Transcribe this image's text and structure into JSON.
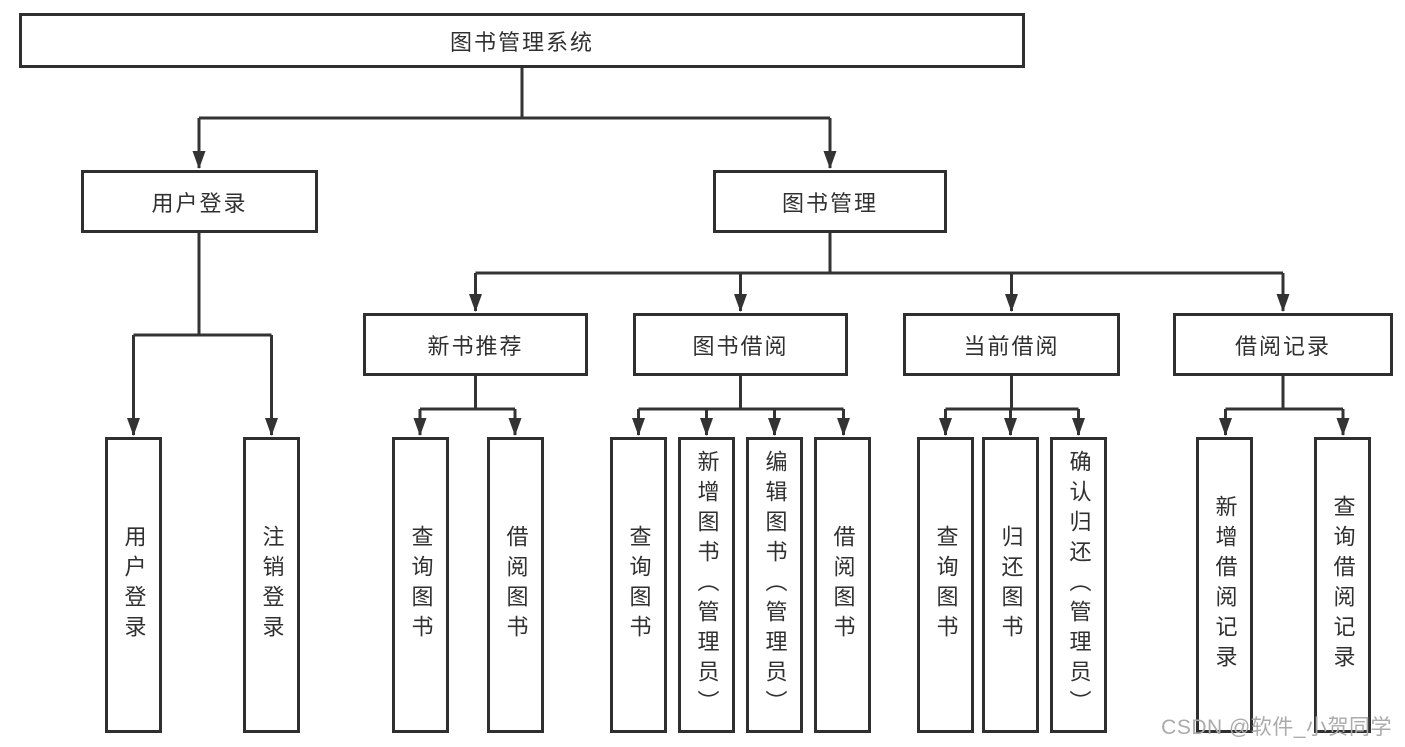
{
  "diagram": {
    "root": {
      "label": "图书管理系统",
      "children": [
        {
          "label": "用户登录",
          "children": [
            {
              "label": "用户登录"
            },
            {
              "label": "注销登录"
            }
          ]
        },
        {
          "label": "图书管理",
          "children": [
            {
              "label": "新书推荐",
              "children": [
                {
                  "label": "查询图书"
                },
                {
                  "label": "借阅图书"
                }
              ]
            },
            {
              "label": "图书借阅",
              "children": [
                {
                  "label": "查询图书"
                },
                {
                  "label": "新增图书（管理员）"
                },
                {
                  "label": "编辑图书（管理员）"
                },
                {
                  "label": "借阅图书"
                }
              ]
            },
            {
              "label": "当前借阅",
              "children": [
                {
                  "label": "查询图书"
                },
                {
                  "label": "归还图书"
                },
                {
                  "label": "确认归还（管理员）"
                }
              ]
            },
            {
              "label": "借阅记录",
              "children": [
                {
                  "label": "新增借阅记录"
                },
                {
                  "label": "查询借阅记录"
                }
              ]
            }
          ]
        }
      ]
    }
  },
  "watermark": {
    "text": "CSDN @软件_小贺同学"
  },
  "colors": {
    "line": "#333333",
    "border": "#2f2f2f",
    "text": "#303030",
    "watermark": "#ababab",
    "background": "#ffffff"
  }
}
